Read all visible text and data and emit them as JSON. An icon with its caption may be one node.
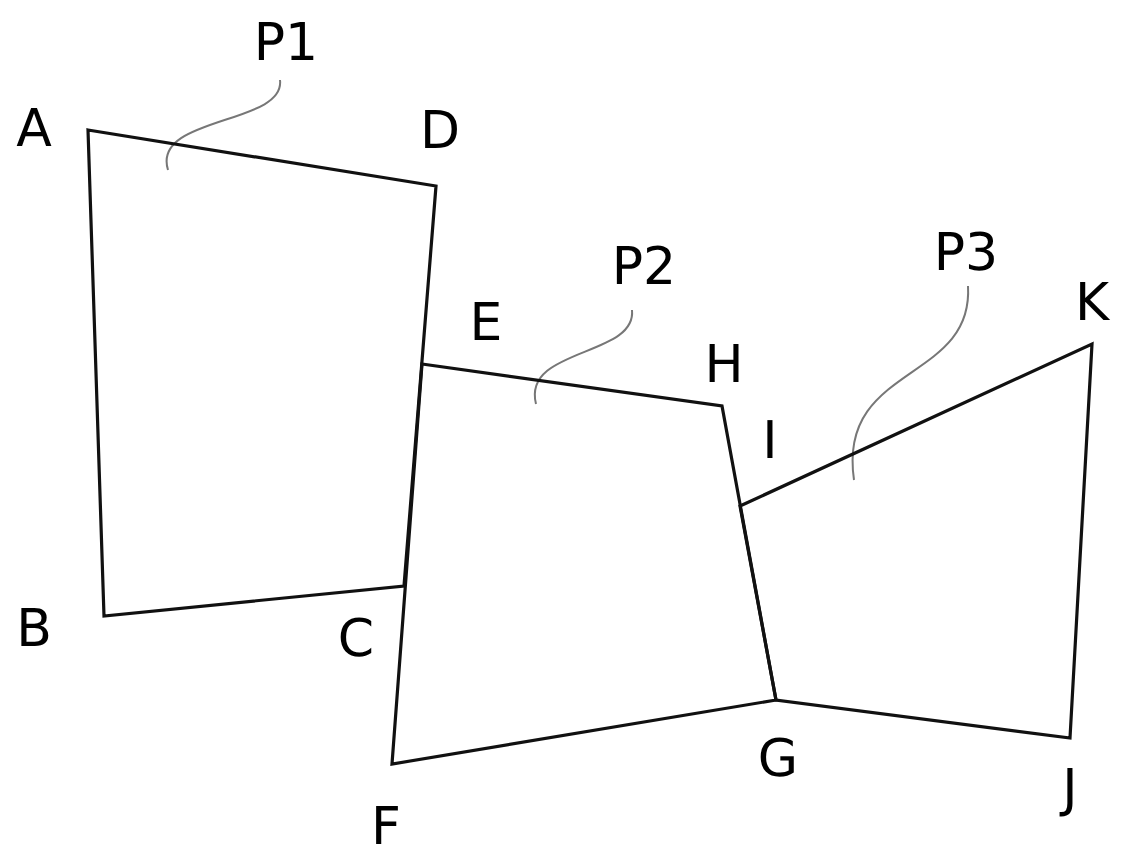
{
  "diagram": {
    "nodes": [
      {
        "text": [
          "P1"
        ]
      },
      {
        "text": [],
        "shape": "polygon"
      },
      {
        "text": [
          "P2"
        ]
      },
      {
        "text": [],
        "shape": "polygon"
      },
      {
        "text": [
          "P3"
        ]
      },
      {
        "text": [],
        "shape": "polygon"
      }
    ],
    "edges": [
      {
        "from": 0,
        "to": 1,
        "arrow": "none"
      },
      {
        "from": 2,
        "to": 3,
        "arrow": "none"
      },
      {
        "from": 4,
        "to": 5,
        "arrow": "none"
      }
    ],
    "labels": [
      "A",
      "D",
      "E",
      "H",
      "K",
      "I",
      "B",
      "C",
      "G",
      "J",
      "F"
    ]
  }
}
